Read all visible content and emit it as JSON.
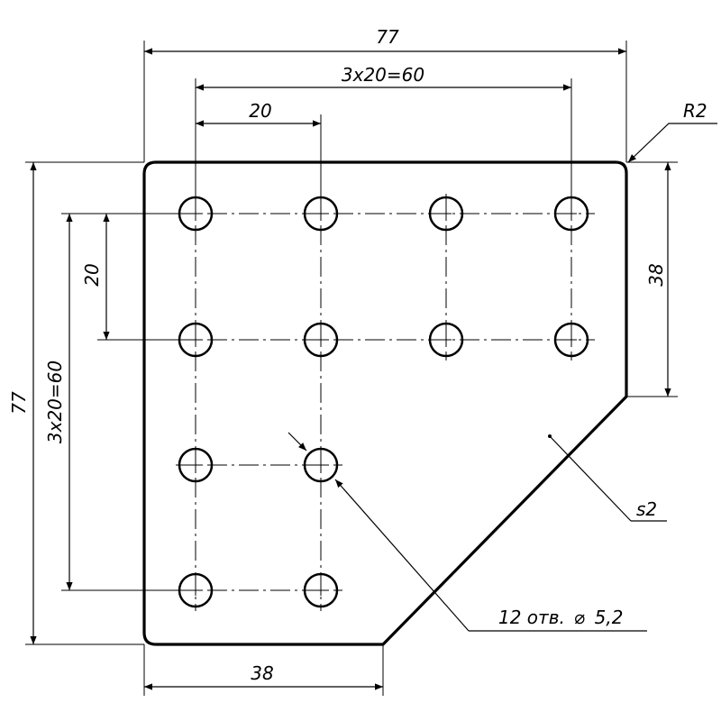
{
  "dimensions": {
    "top_overall": "77",
    "top_hole_span": "3x20=60",
    "top_hole_pitch": "20",
    "left_overall": "77",
    "left_hole_span": "3x20=60",
    "left_hole_pitch": "20",
    "right_edge": "38",
    "bottom_edge": "38"
  },
  "callouts": {
    "radius": "R2",
    "thickness": "s2",
    "holes_prefix": "12 отв.",
    "holes_diameter_symbol": "⌀",
    "holes_diameter": "5,2"
  },
  "holes": {
    "count": 12,
    "diameter_mm": 5.2,
    "pitch_mm": 20
  }
}
